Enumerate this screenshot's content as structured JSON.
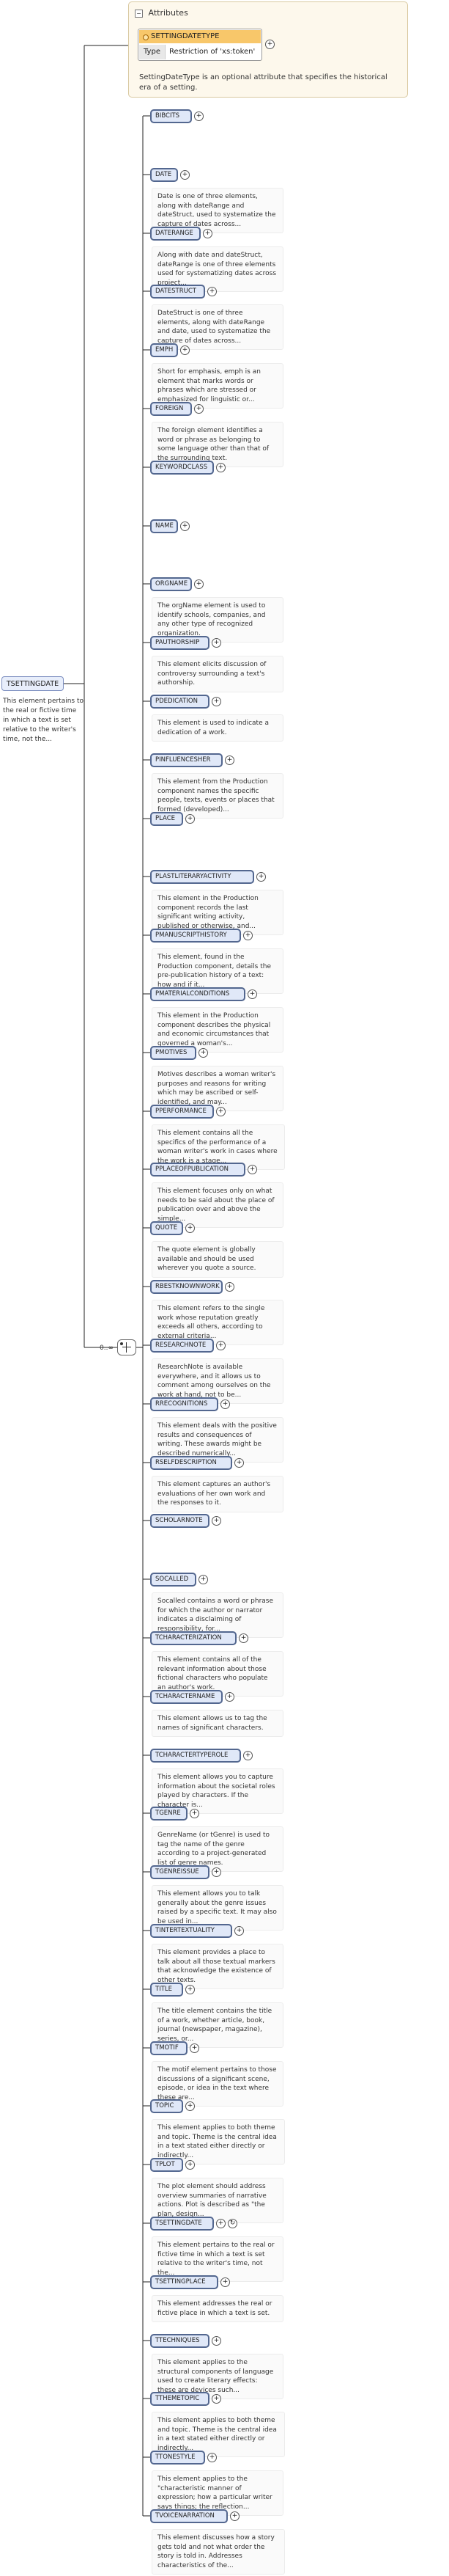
{
  "attributes": {
    "title": "Attributes",
    "name": "SETTINGDATETYPE",
    "type_label": "Type",
    "type_value": "Restriction of 'xs:token'",
    "description": "SettingDateType is an optional attribute that specifies the historical era of a setting."
  },
  "root": {
    "name": "TSETTINGDATE",
    "description": "This element pertains to the real or fictive time in which a text is set relative to the writer's time, not the..."
  },
  "choice": {
    "occurrence": "0..∞"
  },
  "elements": [
    {
      "name": "BIBCITS",
      "desc": "",
      "plus": true
    },
    {
      "name": "DATE",
      "desc": "Date is one of three elements, along with dateRange and dateStruct, used to systematize the capture of dates across...",
      "plus": true
    },
    {
      "name": "DATERANGE",
      "desc": "Along with date and dateStruct, dateRange is one of three elements used for systematizing dates across project...",
      "plus": true
    },
    {
      "name": "DATESTRUCT",
      "desc": "DateStruct is one of three elements, along with dateRange and date, used to systematize the capture of dates across...",
      "plus": true
    },
    {
      "name": "EMPH",
      "desc": "Short for emphasis, emph is an element that marks words or phrases which are stressed or emphasized for linguistic or...",
      "plus": true
    },
    {
      "name": "FOREIGN",
      "desc": "The foreign element identifies a word or phrase as belonging to some language other than that of the surrounding text.",
      "plus": true
    },
    {
      "name": "KEYWORDCLASS",
      "desc": "",
      "plus": true
    },
    {
      "name": "NAME",
      "desc": "",
      "plus": true
    },
    {
      "name": "ORGNAME",
      "desc": "The orgName element is used to identify schools, companies, and any other type of recognized organization.",
      "plus": true
    },
    {
      "name": "PAUTHORSHIP",
      "desc": "This element elicits discussion of controversy surrounding a text's authorship.",
      "plus": true
    },
    {
      "name": "PDEDICATION",
      "desc": "This element is used to indicate a dedication of a work.",
      "plus": true
    },
    {
      "name": "PINFLUENCESHER",
      "desc": "This element from the Production component names the specific people, texts, events or places that formed (developed)...",
      "plus": true
    },
    {
      "name": "PLACE",
      "desc": "",
      "plus": true
    },
    {
      "name": "PLASTLITERARYACTIVITY",
      "desc": "This element in the Production component records the last significant writing activity, published or otherwise, and...",
      "plus": true
    },
    {
      "name": "PMANUSCRIPTHISTORY",
      "desc": "This element, found in the Production component, details the pre-publication history of a text: how and if it...",
      "plus": true
    },
    {
      "name": "PMATERIALCONDITIONS",
      "desc": "This element in the Production component describes the physical and economic circumstances that governed a woman's...",
      "plus": true
    },
    {
      "name": "PMOTIVES",
      "desc": "Motives describes a woman writer's purposes and reasons for writing which may be ascribed or self-identified, and may...",
      "plus": true
    },
    {
      "name": "PPERFORMANCE",
      "desc": "This element contains all the specifics of the performance of a woman writer's work in cases where the work is a stage...",
      "plus": true
    },
    {
      "name": "PPLACEOFPUBLICATION",
      "desc": "This element focuses only on what needs to be said about the place of publication over and above the simple...",
      "plus": true
    },
    {
      "name": "QUOTE",
      "desc": "The quote element is globally available and should be used wherever you quote a source.",
      "plus": true
    },
    {
      "name": "RBESTKNOWNWORK",
      "desc": "This element refers to the single work whose reputation greatly exceeds all others, according to external criteria...",
      "plus": true
    },
    {
      "name": "RESEARCHNOTE",
      "desc": "ResearchNote is available everywhere, and it allows us to comment among ourselves on the work at hand, not to be...",
      "plus": true
    },
    {
      "name": "RRECOGNITIONS",
      "desc": "This element deals with the positive results and consequences of writing. These awards might be described numerically...",
      "plus": true
    },
    {
      "name": "RSELFDESCRIPTION",
      "desc": "This element captures an author's evaluations of her own work and the responses to it.",
      "plus": true
    },
    {
      "name": "SCHOLARNOTE",
      "desc": "",
      "plus": true
    },
    {
      "name": "SOCALLED",
      "desc": "Socalled contains a word or phrase for which the author or narrator indicates a disclaiming of responsibility, for...",
      "plus": true
    },
    {
      "name": "TCHARACTERIZATION",
      "desc": "This element contains all of the relevant information about those fictional characters who populate an author's work.",
      "plus": true
    },
    {
      "name": "TCHARACTERNAME",
      "desc": "This element allows us to tag the names of significant characters.",
      "plus": true
    },
    {
      "name": "TCHARACTERTYPEROLE",
      "desc": "This element allows you to capture information about the societal roles played by characters. If the character is...",
      "plus": true
    },
    {
      "name": "TGENRE",
      "desc": "GenreName (or tGenre) is used to tag the name of the genre according to a project-generated list of genre names.",
      "plus": true
    },
    {
      "name": "TGENREISSUE",
      "desc": "This element allows you to talk generally about the genre issues raised by a specific text. It may also be used in...",
      "plus": true
    },
    {
      "name": "TINTERTEXTUALITY",
      "desc": "This element provides a place to talk about all those textual markers that acknowledge the existence of other texts.",
      "plus": true
    },
    {
      "name": "TITLE",
      "desc": "The title element contains the title of a work, whether article, book, journal (newspaper, magazine), series, or...",
      "plus": true
    },
    {
      "name": "TMOTIF",
      "desc": "The motif element pertains to those discussions of a significant scene, episode, or idea in the text where these are...",
      "plus": true
    },
    {
      "name": "TOPIC",
      "desc": "This element applies to both theme and topic. Theme is the central idea in a text stated either directly or indirectly...",
      "plus": true
    },
    {
      "name": "TPLOT",
      "desc": "The plot element should address overview summaries of narrative actions. Plot is described as \"the plan, design...",
      "plus": true
    },
    {
      "name": "TSETTINGDATE",
      "desc": "This element pertains to the real or fictive time in which a text is set relative to the writer's time, not the...",
      "plus": true,
      "cycle": true
    },
    {
      "name": "TSETTINGPLACE",
      "desc": "This element addresses the real or fictive place in which a text is set.",
      "plus": true
    },
    {
      "name": "TTECHNIQUES",
      "desc": "This element applies to the structural components of language used to create literary effects: these are devices such...",
      "plus": true
    },
    {
      "name": "TTHEMETOPIC",
      "desc": "This element applies to both theme and topic. Theme is the central idea in a text stated either directly or indirectly...",
      "plus": true
    },
    {
      "name": "TTONESTYLE",
      "desc": "This element applies to the \"characteristic manner of expression; how a particular writer says things; the reflection...",
      "plus": true
    },
    {
      "name": "TVOICENARRATION",
      "desc": "This element discusses how a story gets told and not what order the story is told in. Addresses characteristics of the...",
      "plus": true
    }
  ]
}
